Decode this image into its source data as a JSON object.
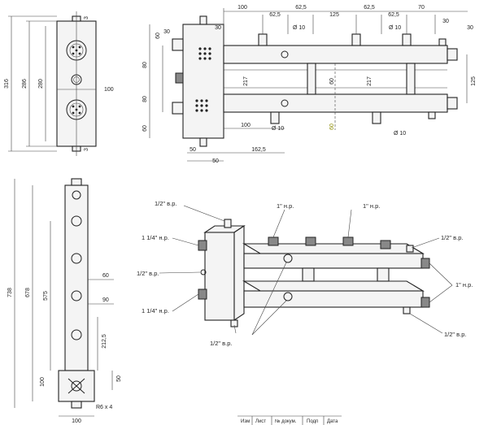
{
  "views": {
    "side": {
      "dims": {
        "total": "316",
        "span": "286",
        "inner": "280",
        "depth": "100",
        "top_gap": "3",
        "bottom_gap": "3"
      }
    },
    "front": {
      "dims": {
        "top_row": [
          "100",
          "62,5",
          "62,5",
          "125",
          "62,5",
          "62,5",
          "70"
        ],
        "gap_left": "30",
        "gap_right": "30",
        "edge_left": "30",
        "edge_right": "30",
        "hole_label": "Ø 10",
        "left_vertical": [
          "80",
          "80"
        ],
        "left_small": [
          "60",
          "60"
        ],
        "center_vertical": [
          "217",
          "60",
          "217"
        ],
        "center_offset": "60",
        "right_vertical": "125",
        "bottom_row": [
          "100",
          "162,5"
        ],
        "bottom_left": [
          "50",
          "50"
        ]
      }
    },
    "bottom": {
      "dims": {
        "total": "738",
        "mid": "678",
        "inner": "575",
        "right": [
          "60",
          "90",
          "212,5",
          "50"
        ],
        "base": "100",
        "width": "100",
        "radius": "R6 x 4"
      }
    },
    "iso": {
      "labels": {
        "left_top": "1/2\" в.р.",
        "left_1": "1 1/4\" н.р.",
        "left_2": "1/2\" в.р.",
        "left_3": "1 1/4\" н.р.",
        "top_1": "1\" н.р.",
        "top_2": "1\" н.р.",
        "right_top": "1/2\" в.р.",
        "right_mid": "1\" н.р.",
        "right_bottom": "1/2\" в.р.",
        "bottom": "1/2\" в.р."
      }
    }
  },
  "title_block": {
    "cells": [
      "Изм",
      "Лист",
      "№ докум.",
      "Подп",
      "Дата"
    ]
  }
}
